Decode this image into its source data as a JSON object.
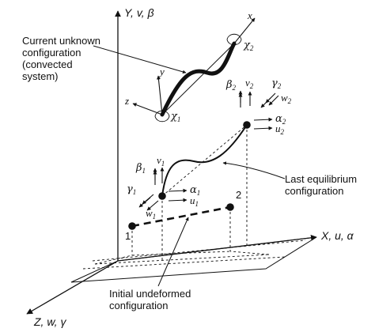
{
  "labels": {
    "current": "Current unknown\nconfiguration\n(convected\nsystem)",
    "last": "Last equilibrium\nconfiguration",
    "initial": "Initial undeformed\nconfiguration"
  },
  "axes": {
    "y": "Y, v, β",
    "x": "X, u, α",
    "z": "Z, w, γ"
  },
  "nodes": {
    "n1": "1",
    "n2": "2"
  },
  "local_axes": {
    "x": "x",
    "y": "y",
    "z": "z"
  },
  "symbols": {
    "chi1": {
      "base": "χ",
      "sub": "1"
    },
    "chi2": {
      "base": "χ",
      "sub": "2"
    },
    "beta1": {
      "base": "β",
      "sub": "1"
    },
    "v1": {
      "base": "v",
      "sub": "1"
    },
    "gamma1": {
      "base": "γ",
      "sub": "1"
    },
    "w1": {
      "base": "w",
      "sub": "1"
    },
    "alpha1": {
      "base": "α",
      "sub": "1"
    },
    "u1": {
      "base": "u",
      "sub": "1"
    },
    "beta2": {
      "base": "β",
      "sub": "2"
    },
    "v2": {
      "base": "v",
      "sub": "2"
    },
    "gamma2": {
      "base": "γ",
      "sub": "2"
    },
    "w2": {
      "base": "w",
      "sub": "2"
    },
    "alpha2": {
      "base": "α",
      "sub": "2"
    },
    "u2": {
      "base": "u",
      "sub": "2"
    }
  },
  "colors": {
    "ink": "#111111",
    "background": "#ffffff"
  }
}
